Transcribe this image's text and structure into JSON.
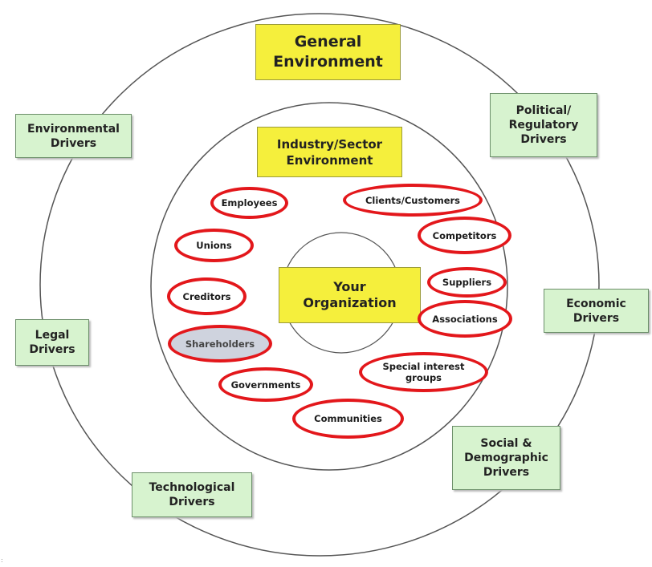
{
  "general_environment": {
    "label": "General\nEnvironment"
  },
  "industry_environment": {
    "label": "Industry/Sector\nEnvironment"
  },
  "organization": {
    "label": "Your\nOrganization"
  },
  "drivers": {
    "environmental": "Environmental\nDrivers",
    "political": "Political/\nRegulatory\nDrivers",
    "economic": "Economic\nDrivers",
    "legal": "Legal\nDrivers",
    "social": "Social &\nDemographic\nDrivers",
    "technological": "Technological\nDrivers"
  },
  "stakeholders": {
    "employees": "Employees",
    "clients": "Clients/Customers",
    "unions": "Unions",
    "competitors": "Competitors",
    "suppliers": "Suppliers",
    "creditors": "Creditors",
    "associations": "Associations",
    "shareholders": "Shareholders",
    "special_interest": "Special interest\ngroups",
    "governments": "Governments",
    "communities": "Communities"
  },
  "colors": {
    "yellow_box": "#f5ef3c",
    "green_box": "#d7f3cf",
    "stakeholder_outline": "#e3171b",
    "highlight_fill": "#cfd3de"
  },
  "corner_mark": ":"
}
